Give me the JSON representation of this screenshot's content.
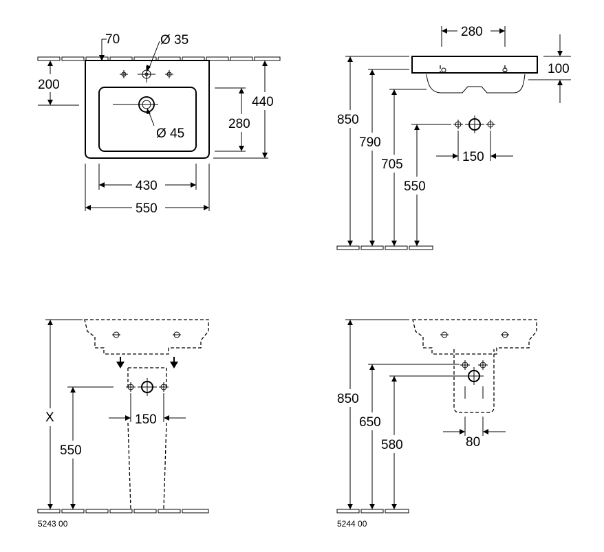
{
  "top_view": {
    "offset_70": "70",
    "tap_hole_35": "Ø 35",
    "depth_200": "200",
    "depth_440": "440",
    "bowl_depth_280": "280",
    "waste_45": "Ø 45",
    "bowl_width_430": "430",
    "width_550": "550"
  },
  "side_view": {
    "holes_280": "280",
    "thickness_100": "100",
    "height_850": "850",
    "height_790": "790",
    "height_705": "705",
    "height_550": "550",
    "spacing_150": "150"
  },
  "pedestal_view": {
    "height_x": "X",
    "height_550": "550",
    "spacing_150": "150",
    "article_no": "5243 00"
  },
  "semi_pedestal_view": {
    "height_850": "850",
    "height_650": "650",
    "height_580": "580",
    "spacing_80": "80",
    "article_no": "5244 00"
  }
}
